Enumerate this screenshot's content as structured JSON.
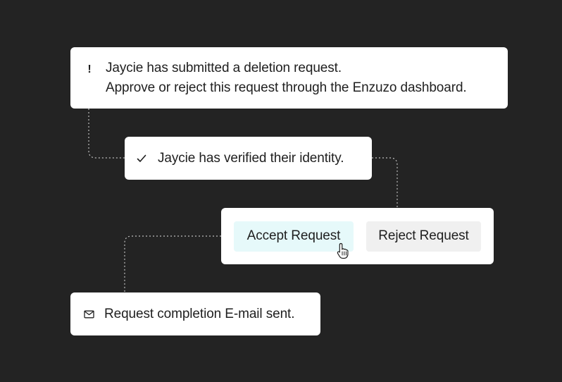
{
  "notifications": {
    "submitted": {
      "icon": "exclamation-icon",
      "line1": "Jaycie has submitted a deletion request.",
      "line2": "Approve or reject this request through the Enzuzo dashboard."
    },
    "verified": {
      "icon": "check-icon",
      "text": "Jaycie has verified their identity."
    },
    "actions": {
      "accept_label": "Accept Request",
      "reject_label": "Reject Request"
    },
    "email": {
      "icon": "mail-icon",
      "text": "Request completion E-mail sent."
    }
  },
  "colors": {
    "background": "#232323",
    "card": "#ffffff",
    "accept_bg": "#e6f9fa",
    "reject_bg": "#f0f0f0",
    "connector": "#bdbdbd"
  }
}
